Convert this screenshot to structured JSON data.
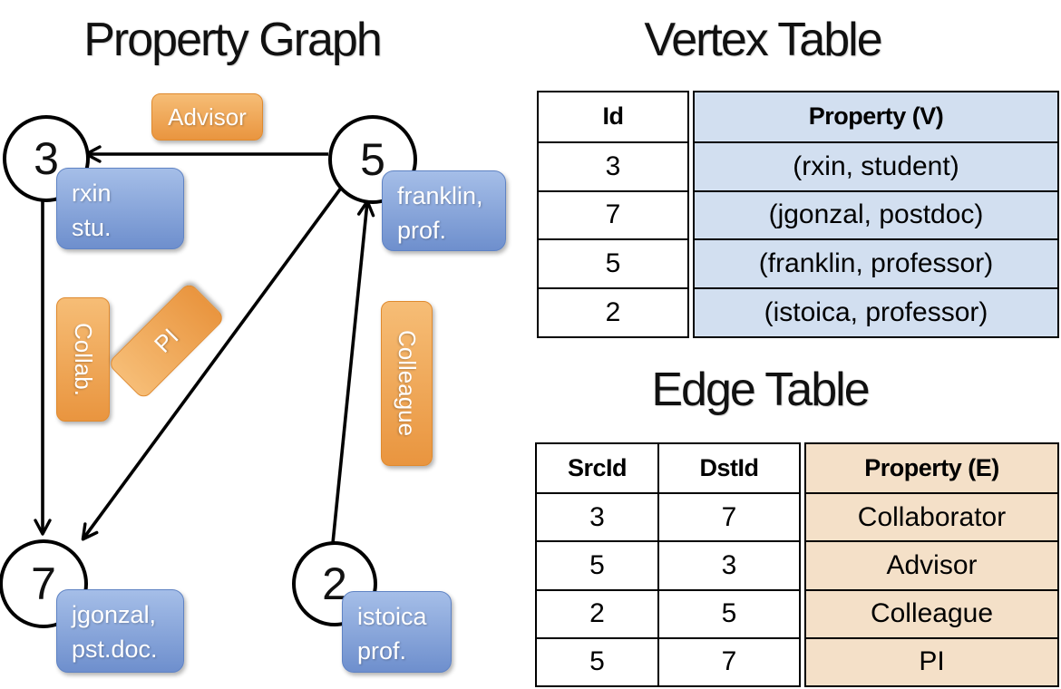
{
  "graph": {
    "title": "Property Graph",
    "vertices": [
      {
        "id": "3",
        "label_lines": [
          "rxin",
          "stu."
        ]
      },
      {
        "id": "5",
        "label_lines": [
          "franklin,",
          "prof."
        ]
      },
      {
        "id": "7",
        "label_lines": [
          "jgonzal,",
          "pst.doc."
        ]
      },
      {
        "id": "2",
        "label_lines": [
          "istoica",
          "prof."
        ]
      }
    ],
    "edges": [
      {
        "label": "Advisor",
        "src": "5",
        "dst": "3"
      },
      {
        "label": "Collab.",
        "src": "3",
        "dst": "7"
      },
      {
        "label": "PI",
        "src": "5",
        "dst": "7"
      },
      {
        "label": "Colleague",
        "src": "2",
        "dst": "5"
      }
    ]
  },
  "vertex_table": {
    "title": "Vertex Table",
    "headers": [
      "Id",
      "Property (V)"
    ],
    "rows": [
      [
        "3",
        "(rxin, student)"
      ],
      [
        "7",
        "(jgonzal, postdoc)"
      ],
      [
        "5",
        "(franklin, professor)"
      ],
      [
        "2",
        "(istoica, professor)"
      ]
    ]
  },
  "edge_table": {
    "title": "Edge Table",
    "headers": [
      "SrcId",
      "DstId",
      "Property (E)"
    ],
    "rows": [
      [
        "3",
        "7",
        "Collaborator"
      ],
      [
        "5",
        "3",
        "Advisor"
      ],
      [
        "2",
        "5",
        "Colleague"
      ],
      [
        "5",
        "7",
        "PI"
      ]
    ]
  },
  "colors": {
    "orange-top": "#f6bd76",
    "orange-bottom": "#e9953f",
    "orange-border": "#e08a2e",
    "blue-top": "#a5bee8",
    "blue-bottom": "#6e8fcd",
    "blue-border": "#5f83c4",
    "vertex-cell-bg": "#d2dff0",
    "edge-cell-bg": "#f4e0c8",
    "ink": "#000000"
  }
}
